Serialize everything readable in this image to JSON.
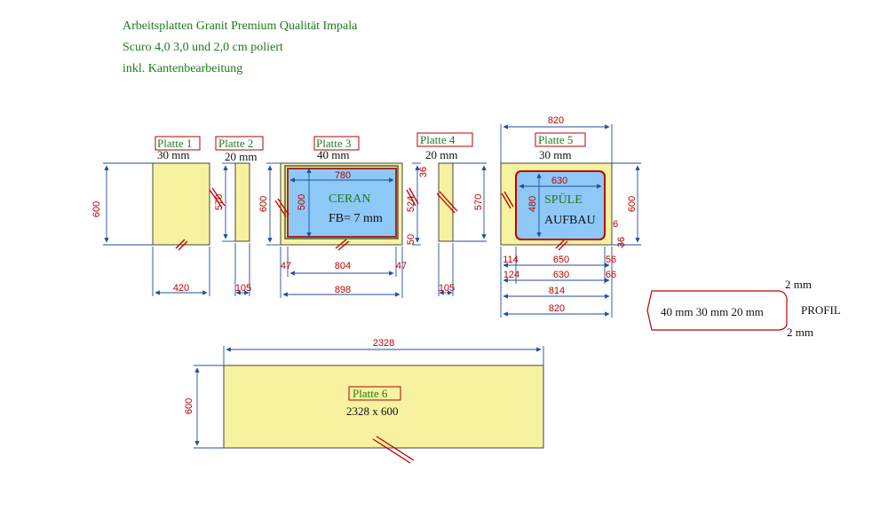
{
  "header": {
    "line1": "Arbeitsplatten Granit Premium Qualität Impala",
    "line2": "Scuro 4,0 3,0 und 2,0  cm poliert",
    "line3": "inkl. Kantenbearbeitung"
  },
  "plates": [
    {
      "label": "Platte 1",
      "thickness": "30 mm",
      "height": "600",
      "width": "420"
    },
    {
      "label": "Platte 2",
      "thickness": "20 mm",
      "height": "570",
      "width": "105"
    },
    {
      "label": "Platte 3",
      "thickness": "40 mm",
      "height": "600",
      "width": "898",
      "inner_width": "804",
      "margin_left": "47",
      "margin_right": "47"
    },
    {
      "label": "Platte 4",
      "thickness": "20 mm",
      "height": "570",
      "width": "105"
    },
    {
      "label": "Platte 5",
      "thickness": "30 mm",
      "height": "600",
      "width": "820"
    },
    {
      "label": "Platte 6",
      "size": "2328 x 600",
      "height": "600",
      "width": "2328"
    }
  ],
  "cutouts": {
    "ceran": {
      "name": "CERAN",
      "fb": "FB= 7 mm",
      "width": "780",
      "height": "500",
      "height_total": "524",
      "top": "36",
      "bottom": "50"
    },
    "spuele": {
      "name": "SPÜLE",
      "type": "AUFBAU",
      "width": "630",
      "height": "480",
      "corner": "6",
      "offset": "36"
    }
  },
  "plate5_dims": {
    "row1": [
      "114",
      "650",
      "56"
    ],
    "row2": [
      "124",
      "630",
      "66"
    ],
    "inner": "814",
    "total": "820"
  },
  "profile": {
    "label": "PROFIL",
    "thicknesses": "40 mm 30 mm 20 mm",
    "top_chamfer": "2 mm",
    "bottom_chamfer": "2 mm"
  },
  "colors": {
    "plate_fill": "#f7f2a0",
    "cutout_fill": "#8ec8f6",
    "dim_text": "#c00000",
    "dim_line": "#1f4e9c",
    "header_text": "#1e7a1e"
  }
}
